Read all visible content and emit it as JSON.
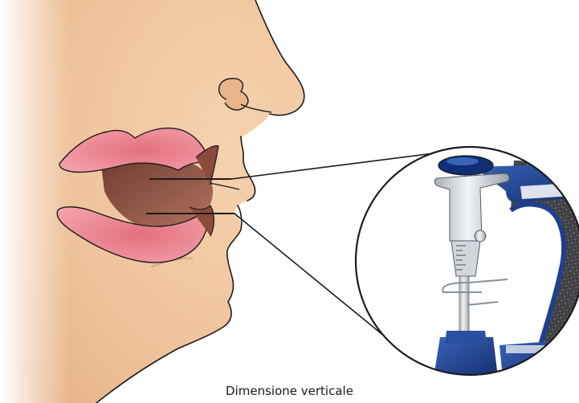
{
  "caption": "Dimensione verticale",
  "colors": {
    "skin": "#f0c7a0",
    "skin_shadow": "#dca579",
    "lip": "#ef8f98",
    "mouth_interior": "#9a5a48",
    "instrument_blue": "#1f3f8f",
    "instrument_metal": "#cfd3d8",
    "outline": "#1b1b1b"
  },
  "icons": [
    "face-profile",
    "magnifier-circle",
    "measuring-gauge"
  ]
}
